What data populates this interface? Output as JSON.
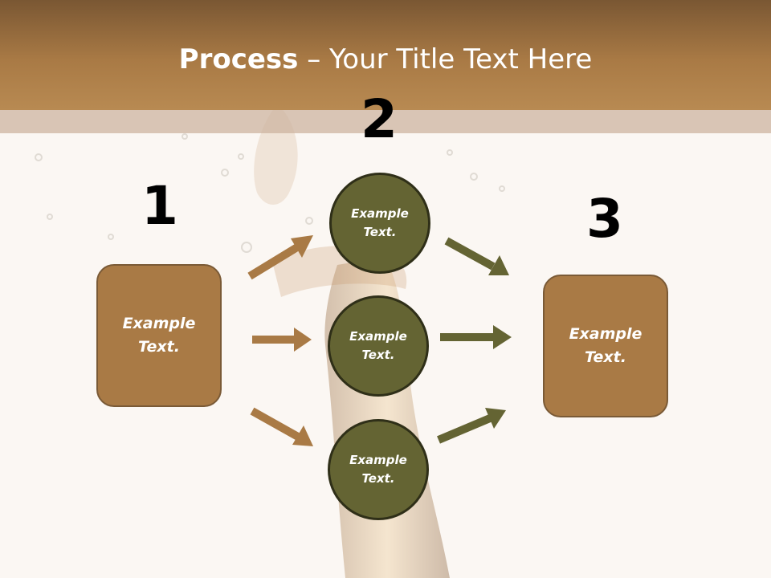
{
  "title": {
    "bold": "Process",
    "separator": " – ",
    "rest": "Your Title Text Here"
  },
  "steps": {
    "one": {
      "number": "1",
      "text": "Example\nText."
    },
    "two": {
      "number": "2",
      "circles": [
        {
          "text": "Example\nText."
        },
        {
          "text": "Example\nText."
        },
        {
          "text": "Example\nText."
        }
      ]
    },
    "three": {
      "number": "3",
      "text": "Example\nText."
    }
  },
  "colors": {
    "title_band": "#a97a45",
    "box_fill": "#a97a45",
    "circle_fill": "#646433",
    "arrow_left": "#a97a45",
    "arrow_right": "#646433"
  }
}
